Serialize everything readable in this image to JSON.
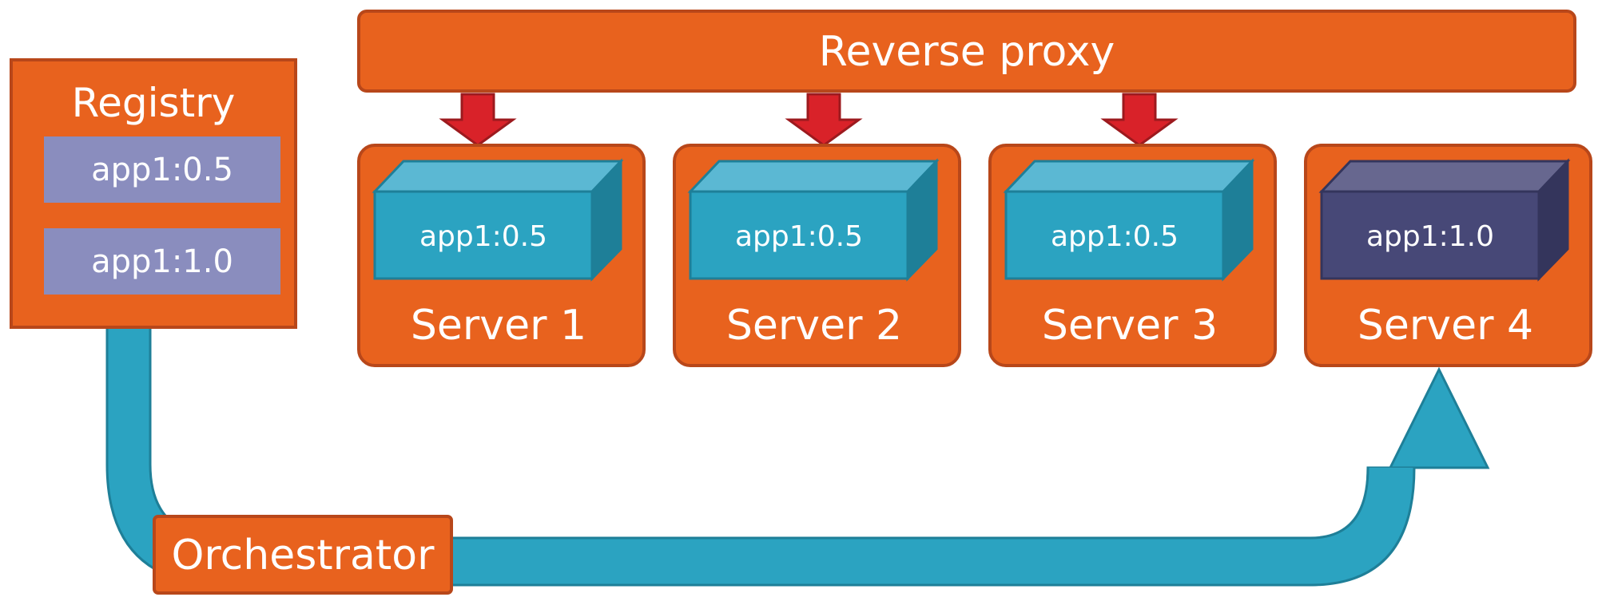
{
  "colors": {
    "orange": "#E8621E",
    "orange_border": "#B8471A",
    "registry_item": "#8A8DBE",
    "teal": "#2BA3C1",
    "teal_dark": "#1E7F98",
    "teal_light": "#5BB8D3",
    "navy": "#474877",
    "navy_dark": "#34355C",
    "navy_light": "#67678F",
    "arrow_red": "#D92229",
    "arrow_red_border": "#9C1A1E",
    "text": "#FFFFFF"
  },
  "reverse_proxy": {
    "label": "Reverse proxy"
  },
  "registry": {
    "title": "Registry",
    "items": [
      {
        "label": "app1:0.5"
      },
      {
        "label": "app1:1.0"
      }
    ]
  },
  "servers": [
    {
      "label": "Server 1",
      "container": "app1:0.5",
      "style": "teal",
      "receives_traffic": true
    },
    {
      "label": "Server 2",
      "container": "app1:0.5",
      "style": "teal",
      "receives_traffic": true
    },
    {
      "label": "Server 3",
      "container": "app1:0.5",
      "style": "teal",
      "receives_traffic": true
    },
    {
      "label": "Server 4",
      "container": "app1:1.0",
      "style": "navy",
      "receives_traffic": false
    }
  ],
  "orchestrator": {
    "label": "Orchestrator"
  }
}
